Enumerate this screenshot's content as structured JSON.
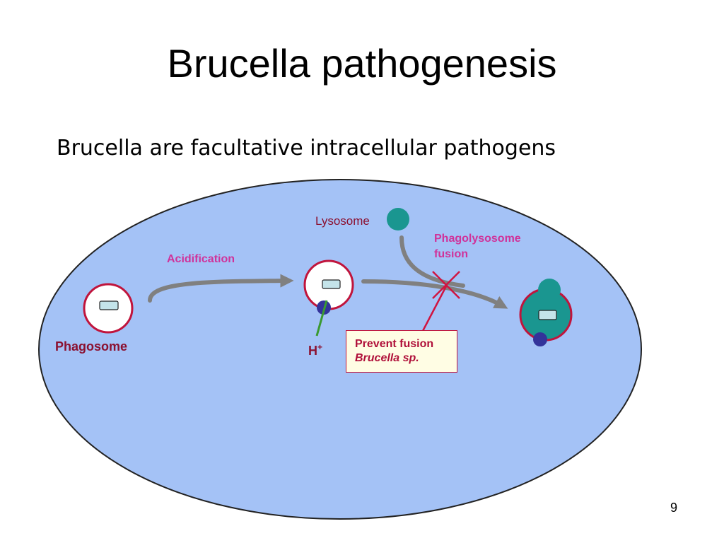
{
  "slide": {
    "title": "Brucella pathogenesis",
    "subtitle": "Brucella are facultative intracellular pathogens",
    "page_number": "9"
  },
  "diagram": {
    "labels": {
      "phagosome": "Phagosome",
      "acidification": "Acidification",
      "lysosome": "Lysosome",
      "phagolysosome_line1": "Phagolysosome",
      "phagolysosome_line2": "fusion",
      "proton": "H",
      "proton_charge": "+",
      "prevent_fusion": "Prevent fusion",
      "species": "Brucella sp."
    },
    "colors": {
      "cell_fill": "#a4c2f6",
      "cell_outline": "#222222",
      "vesicle_border": "#c0143c",
      "bacterium_fill": "#c4e4ea",
      "lysosome_fill": "#1a9690",
      "proton_pump_fill": "#33339a",
      "arrow": "#808080",
      "accent_pink": "#d0329a",
      "label_dark_red": "#8b1030",
      "block_line": "#d01440",
      "pump_arrow": "#3a9a30"
    }
  }
}
